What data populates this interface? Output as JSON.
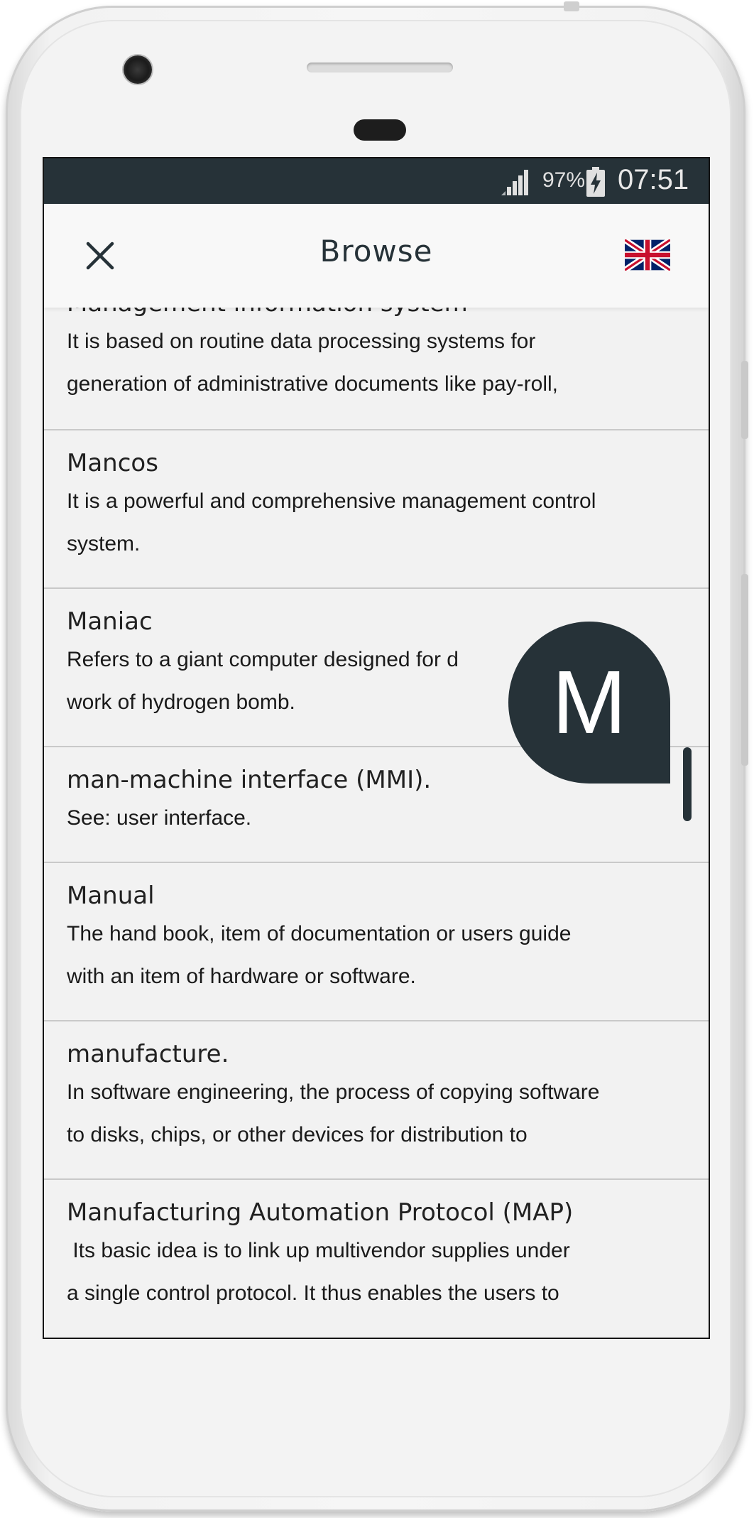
{
  "status_bar": {
    "battery_percent": "97%",
    "time": "07:51"
  },
  "app_bar": {
    "title": "Browse",
    "close_icon": "close-icon",
    "language_icon": "uk-flag-icon"
  },
  "entries": [
    {
      "term": "Management information system",
      "description": "It is based on routine data processing systems for\ngeneration of administrative documents like pay-roll,"
    },
    {
      "term": "Mancos",
      "description": "It is a powerful and comprehensive management control\nsystem."
    },
    {
      "term": "Maniac",
      "description": "Refers to a giant computer designed for d\nwork of hydrogen bomb."
    },
    {
      "term": "man-machine interface (MMI).",
      "description": "See: user interface."
    },
    {
      "term": "Manual",
      "description": "The hand book, item of documentation or users guide\nwith an item of hardware or software."
    },
    {
      "term": "manufacture.",
      "description": "In software engineering, the process of copying software\nto disks, chips, or other devices for distribution to"
    },
    {
      "term": "Manufacturing Automation Protocol (MAP)",
      "description": " Its basic idea is to link up multivendor supplies under\na single control protocol. It thus enables the users to"
    }
  ],
  "index_bubble": {
    "letter": "M"
  },
  "colors": {
    "primary_dark": "#263238",
    "background": "#f2f2f2"
  }
}
